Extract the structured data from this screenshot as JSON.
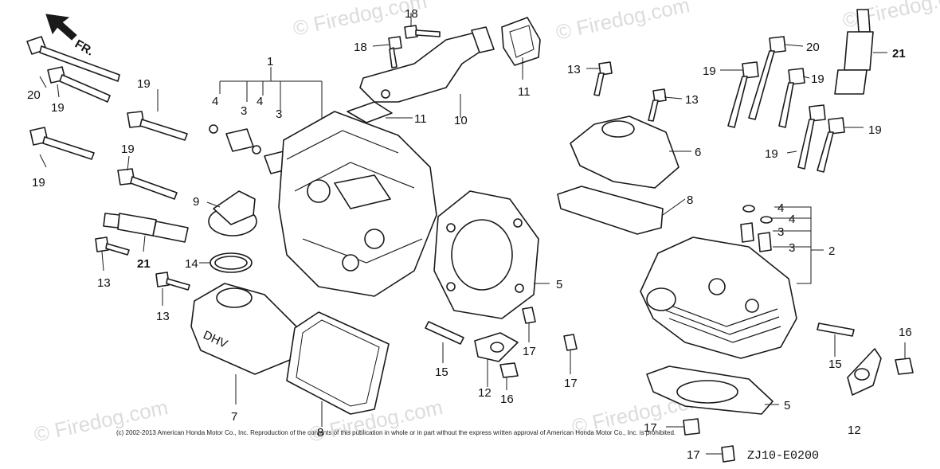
{
  "direction_label": "FR.",
  "watermark": "© Firedog.com",
  "copyright": "(c) 2002-2013 American Honda Motor Co., Inc. Reproduction of the contents of this publication in whole or in part without the express written approval of American Honda Motor Co., Inc. is prohibited.",
  "diagram_code": "ZJ10-E0200",
  "cover_emboss": "DHV",
  "callouts": {
    "c1": "1",
    "c2": "2",
    "c3a": "3",
    "c3b": "3",
    "c3c": "3",
    "c3d": "3",
    "c4a": "4",
    "c4b": "4",
    "c4c": "4",
    "c4d": "4",
    "c5a": "5",
    "c5b": "5",
    "c6": "6",
    "c7": "7",
    "c8a": "8",
    "c8b": "8",
    "c9": "9",
    "c10": "10",
    "c11a": "11",
    "c11b": "11",
    "c12a": "12",
    "c12b": "12",
    "c13a": "13",
    "c13b": "13",
    "c13c": "13",
    "c13d": "13",
    "c14": "14",
    "c15a": "15",
    "c15b": "15",
    "c16a": "16",
    "c16b": "16",
    "c17a": "17",
    "c17b": "17",
    "c17c": "17",
    "c17d": "17",
    "c18a": "18",
    "c18b": "18",
    "c19a": "19",
    "c19b": "19",
    "c19c": "19",
    "c19d": "19",
    "c19e": "19",
    "c19f": "19",
    "c19g": "19",
    "c19h": "19",
    "c20a": "20",
    "c20b": "20",
    "c21a": "21",
    "c21b": "21"
  }
}
